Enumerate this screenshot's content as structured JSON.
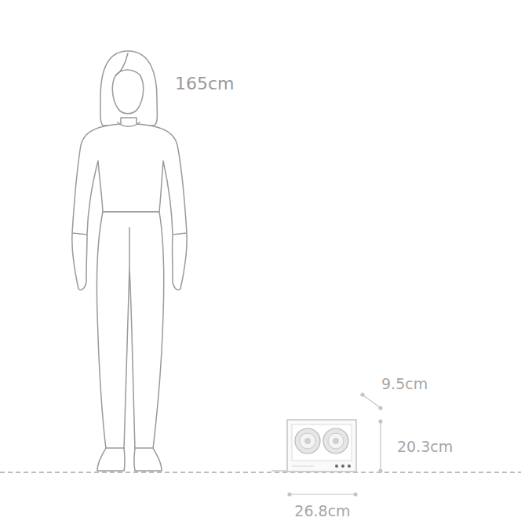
{
  "diagram": {
    "labels": [
      "165cm",
      "9.5cm",
      "20.3cm",
      "26.8cm"
    ]
  }
}
